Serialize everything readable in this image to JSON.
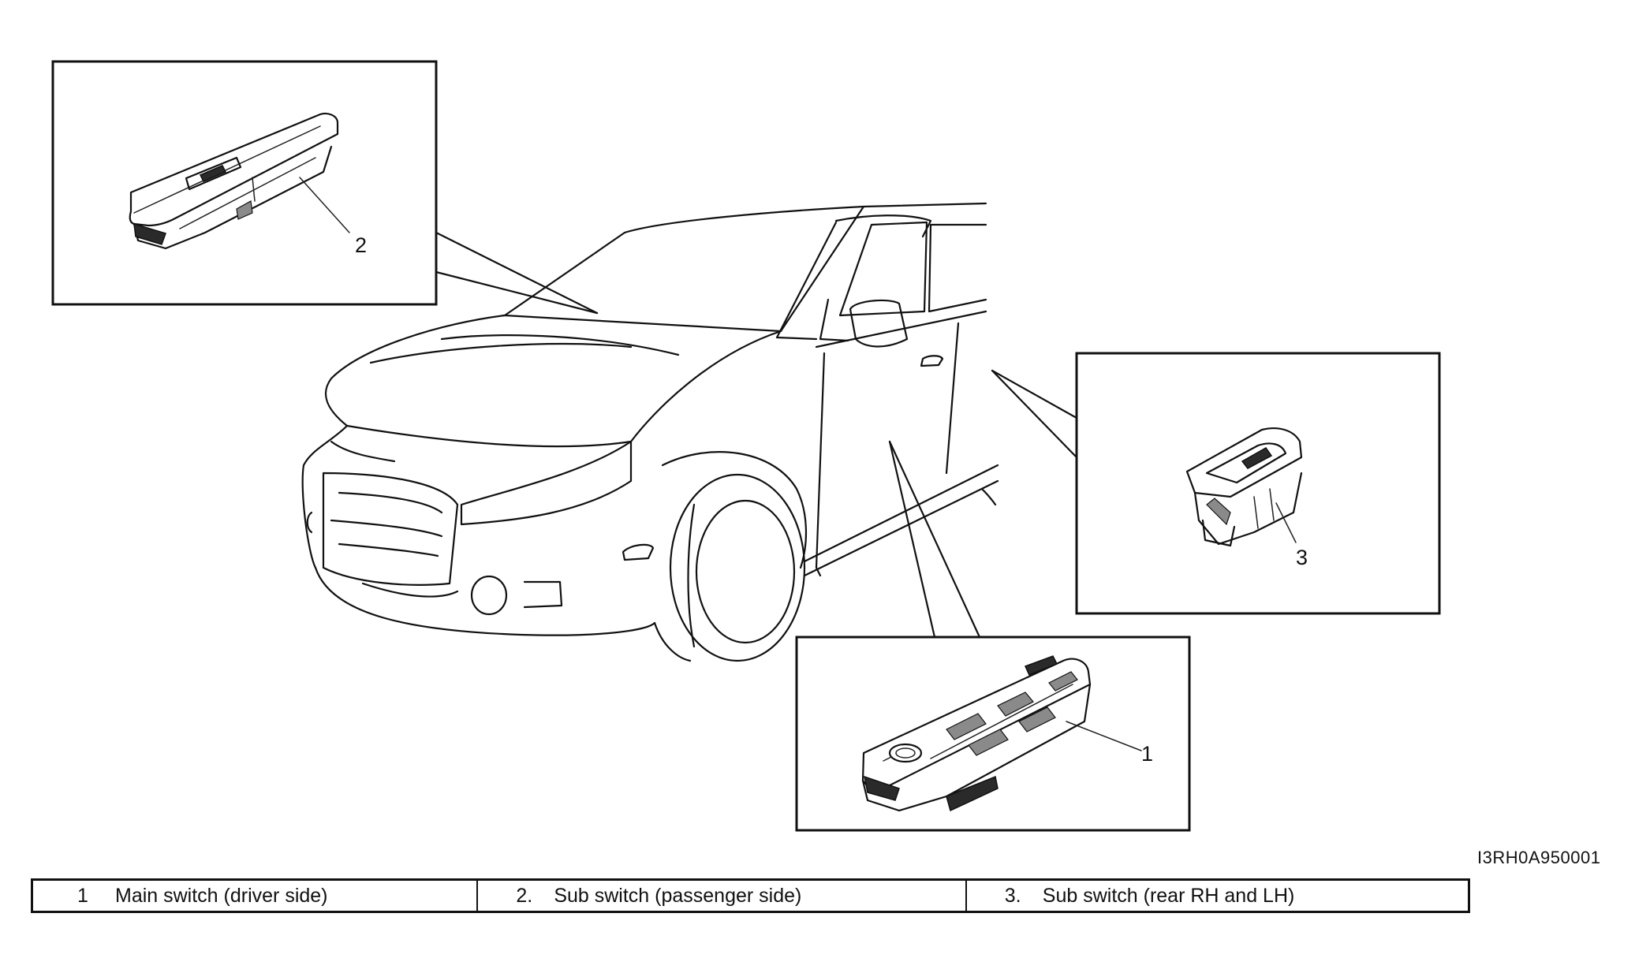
{
  "callouts": {
    "part_1": "1",
    "part_2": "2",
    "part_3": "3"
  },
  "figure_code": "I3RH0A950001",
  "legend": [
    {
      "number": "1",
      "text": "Main switch (driver side)"
    },
    {
      "number": "2.",
      "text": "Sub switch (passenger side)"
    },
    {
      "number": "3.",
      "text": "Sub switch (rear RH and LH)"
    }
  ]
}
